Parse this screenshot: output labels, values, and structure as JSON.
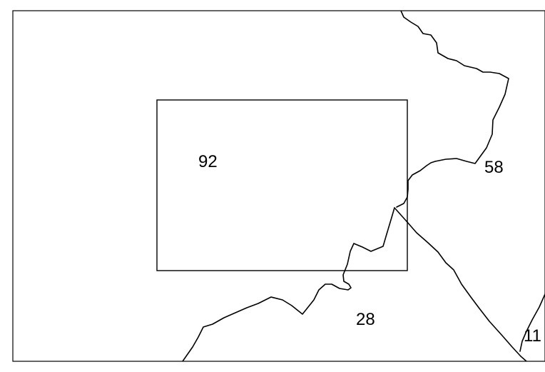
{
  "map": {
    "regions": [
      {
        "id": "r92",
        "label": "92"
      },
      {
        "id": "r58",
        "label": "58"
      },
      {
        "id": "r28",
        "label": "28"
      },
      {
        "id": "r11",
        "label": "11"
      }
    ],
    "colors": {
      "background": "#ffffff",
      "stroke": "#000000"
    }
  }
}
